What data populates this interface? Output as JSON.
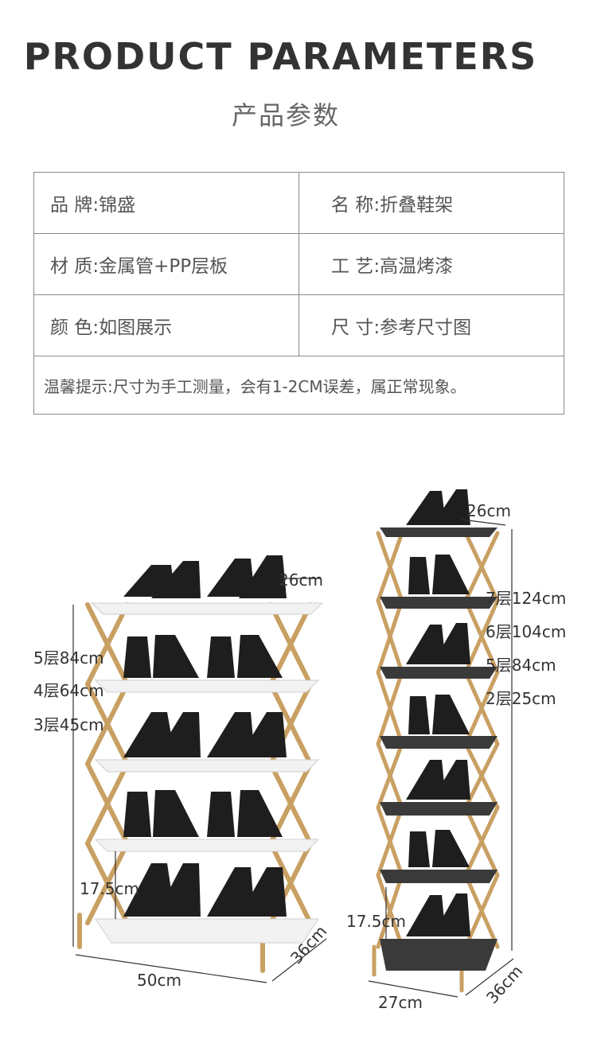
{
  "header": {
    "title": "PRODUCT PARAMETERS",
    "subtitle": "产品参数"
  },
  "params": [
    [
      {
        "key": "品  牌",
        "value": "锦盛"
      },
      {
        "key": "名  称",
        "value": "折叠鞋架"
      }
    ],
    [
      {
        "key": "材  质",
        "value": "金属管+PP层板"
      },
      {
        "key": "工  艺",
        "value": "高温烤漆"
      }
    ],
    [
      {
        "key": "颜  色",
        "value": "如图展示"
      },
      {
        "key": "尺  寸",
        "value": "参考尺寸图"
      }
    ]
  ],
  "note": "温馨提示:尺寸为手工测量，会有1-2CM误差，属正常现象。",
  "left_rack": {
    "depth_top": "26cm",
    "heights": [
      "5层84cm",
      "4层64cm",
      "3层45cm"
    ],
    "shelf_gap": "17.5cm",
    "width": "50cm",
    "depth": "36cm"
  },
  "right_rack": {
    "depth_top": "26cm",
    "heights": [
      "7层124cm",
      "6层104cm",
      "5层84cm",
      "2层25cm"
    ],
    "shelf_gap": "17.5cm",
    "width": "27cm",
    "depth": "36cm"
  },
  "colors": {
    "frame": "#c9a063",
    "shelf_white": "#f2f2f2",
    "shelf_black": "#3a3a3a",
    "shoe": "#1e1e1e"
  }
}
